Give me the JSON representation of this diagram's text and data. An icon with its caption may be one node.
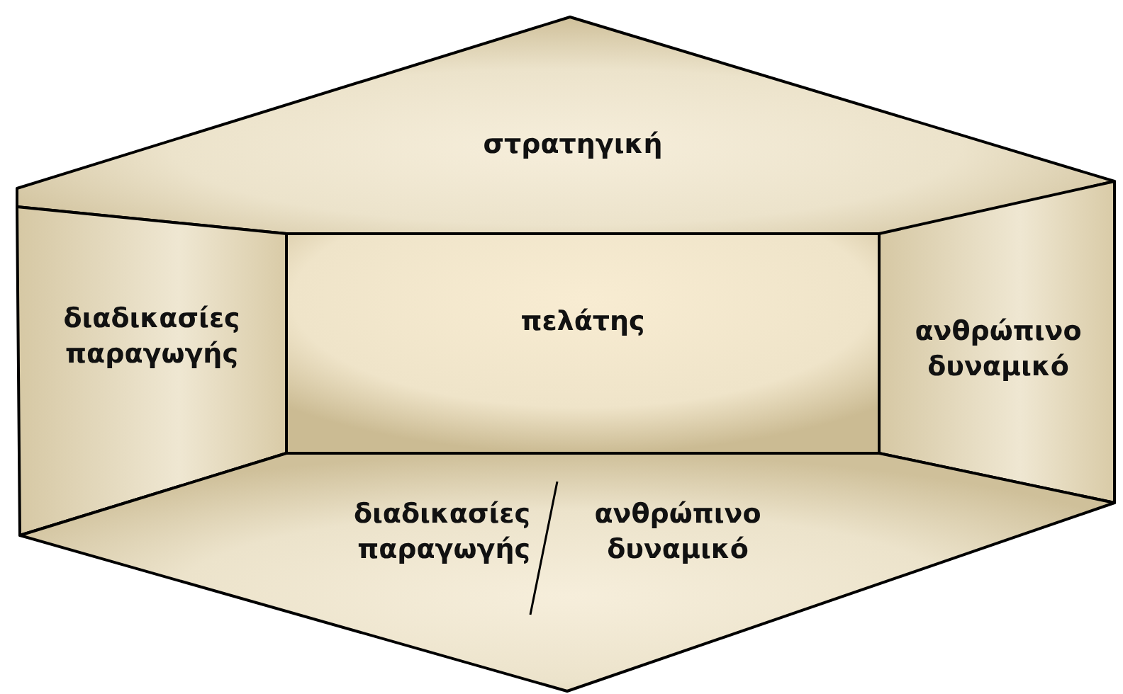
{
  "diagram": {
    "nodes": [
      {
        "text": [
          "στρατηγική"
        ]
      },
      {
        "text": [
          "διαδικασίες παραγωγής"
        ]
      },
      {
        "text": [
          "πελάτης"
        ]
      },
      {
        "text": [
          "ανθρώπινο δυναμικό"
        ]
      },
      {
        "text": [
          "διαδικασίες παραγωγής",
          "ανθρώπινο δυναμικό"
        ]
      }
    ]
  }
}
